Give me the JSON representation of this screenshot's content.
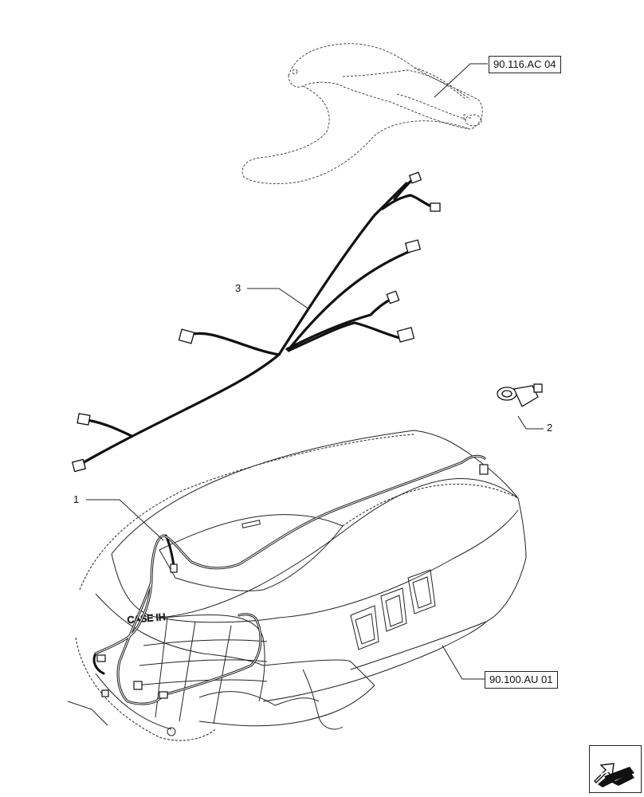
{
  "callouts": {
    "item_1": "1",
    "item_2": "2",
    "item_3": "3"
  },
  "references": {
    "top_ref": "90.116.AC 04",
    "bottom_ref": "90.100.AU 01"
  },
  "navigation": {
    "icon": "arrow-icon"
  }
}
